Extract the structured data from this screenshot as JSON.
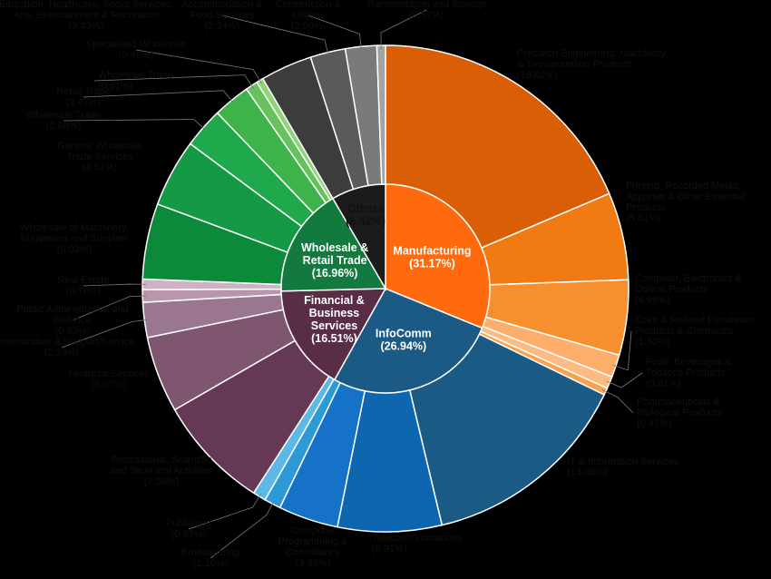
{
  "chart_data": {
    "type": "pie",
    "subtype": "sunburst",
    "inner": [
      {
        "label": "Manufacturing",
        "value_label": "(31.17%)",
        "value": 31.17,
        "color": "#ff6a0e"
      },
      {
        "label": "InfoComm",
        "value_label": "(26.94%)",
        "value": 26.94,
        "color": "#1a5a85"
      },
      {
        "label": "Financial & Business Services",
        "value_label": "(16.51%)",
        "value": 16.51,
        "color": "#5a2d47"
      },
      {
        "label": "Wholesale & Retail Trade",
        "value_label": "(16.96%)",
        "value": 16.96,
        "color": "#127a3e"
      },
      {
        "label": "Others",
        "value_label": "(8.42%)",
        "value": 8.42,
        "color": "#1b1b1b"
      }
    ],
    "outer": [
      {
        "label": "Precision Engineering, Machinery & Transportation Products",
        "value_label": "(18.62%)",
        "value": 18.62,
        "color": "#d95e06"
      },
      {
        "label": "Printing, Recorded Media, Apparels & Other Essential Products",
        "value_label": "(5.81%)",
        "value": 5.81,
        "color": "#f07b12"
      },
      {
        "label": "Computer, Electronics & Optical Products",
        "value_label": "(4.99%)",
        "value": 4.99,
        "color": "#f78f2e"
      },
      {
        "label": "Coke & Refined Petroleum Products & Chemicals",
        "value_label": "(1.50%)",
        "value": 1.5,
        "color": "#fdae6b"
      },
      {
        "label": "Food, Beverages & Tobacco Products",
        "value_label": "(0.81%)",
        "value": 0.81,
        "color": "#fdbb84"
      },
      {
        "label": "Pharmaceuticals & Biological Products",
        "value_label": "(0.47%)",
        "value": 0.47,
        "color": "#f9a24e"
      },
      {
        "label": "IT & Information Services",
        "value_label": "(14.08%)",
        "value": 14.08,
        "color": "#1a5a85"
      },
      {
        "label": "Telecommunications",
        "value_label": "(6.91%)",
        "value": 6.91,
        "color": "#0f66b0"
      },
      {
        "label": "Computer Programming & Consultancy",
        "value_label": "(3.98%)",
        "value": 3.98,
        "color": "#1672c8"
      },
      {
        "label": "Broadcasting",
        "value_label": "(1.10%)",
        "value": 1.1,
        "color": "#2b9ad6"
      },
      {
        "label": "Publishing",
        "value_label": "(0.87%)",
        "value": 0.87,
        "color": "#5cb8e6"
      },
      {
        "label": "Professional, Scientific and Technical Activities",
        "value_label": "(7.58%)",
        "value": 7.58,
        "color": "#653955"
      },
      {
        "label": "Financial Services",
        "value_label": "(5.07%)",
        "value": 5.07,
        "color": "#7e5670"
      },
      {
        "label": "Administrative & Support Service",
        "value_label": "(2.33%)",
        "value": 2.33,
        "color": "#9a7690"
      },
      {
        "label": "Public Administration and Defence",
        "value_label": "(0.83%)",
        "value": 0.83,
        "color": "#b996ad"
      },
      {
        "label": "Real Estate",
        "value_label": "(0.70%)",
        "value": 0.7,
        "color": "#ccb2c2"
      },
      {
        "label": "Wholesale of Machinery, Equipment and Supplies",
        "value_label": "(5.02%)",
        "value": 5.02,
        "color": "#0b8a3a"
      },
      {
        "label": "General Wholesale Trade Services",
        "value_label": "(4.51%)",
        "value": 4.51,
        "color": "#149a44"
      },
      {
        "label": "Wholesale Trade",
        "value_label": "(2.69%)",
        "value": 2.69,
        "color": "#1fa84c"
      },
      {
        "label": "Retail Trade",
        "value_label": "(2.47%)",
        "value": 2.47,
        "color": "#3db34a"
      },
      {
        "label": "Wholesale Trade",
        "value_label": "(0.81%)",
        "value": 0.81,
        "color": "#66c25c"
      },
      {
        "label": "Specialised Wholesale",
        "value_label": "(0.46%)",
        "value": 0.46,
        "color": "#8fd47a"
      },
      {
        "label": "Education, Healthcare, Social Services, Arts, Entertainment & Recreation",
        "value_label": "(3.43%)",
        "value": 3.43,
        "color": "#3c3c3c"
      },
      {
        "label": "Accommodation & Food Services",
        "value_label": "(2.34%)",
        "value": 2.34,
        "color": "#5a5a5a"
      },
      {
        "label": "Construction & Utilities",
        "value_label": "(2.08%)",
        "value": 2.08,
        "color": "#7a7a7a"
      },
      {
        "label": "Transportation and Storage",
        "value_label": "(0.57%)",
        "value": 0.57,
        "color": "#a3a3a3"
      }
    ]
  }
}
